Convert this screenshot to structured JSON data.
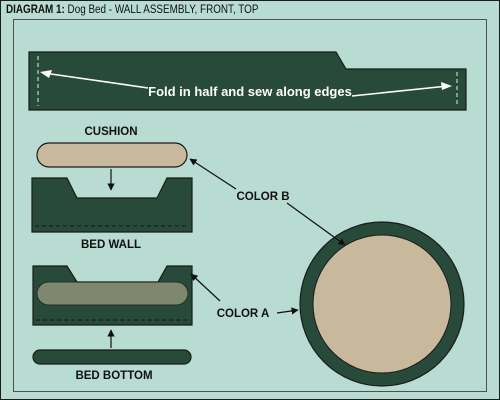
{
  "header": {
    "label": "DIAGRAM 1:",
    "text": " Dog Bed - WALL ASSEMBLY, FRONT, TOP"
  },
  "labels": {
    "fold_instruction": "Fold in half and sew along edges",
    "cushion": "CUSHION",
    "bed_wall": "BED WALL",
    "bed_bottom": "BED BOTTOM",
    "color_a": "COLOR A",
    "color_b": "COLOR B"
  },
  "colors": {
    "background": "#b8dbd2",
    "color_a": "#274a3a",
    "color_b": "#c9b99c",
    "outline": "#1b1b1b"
  }
}
